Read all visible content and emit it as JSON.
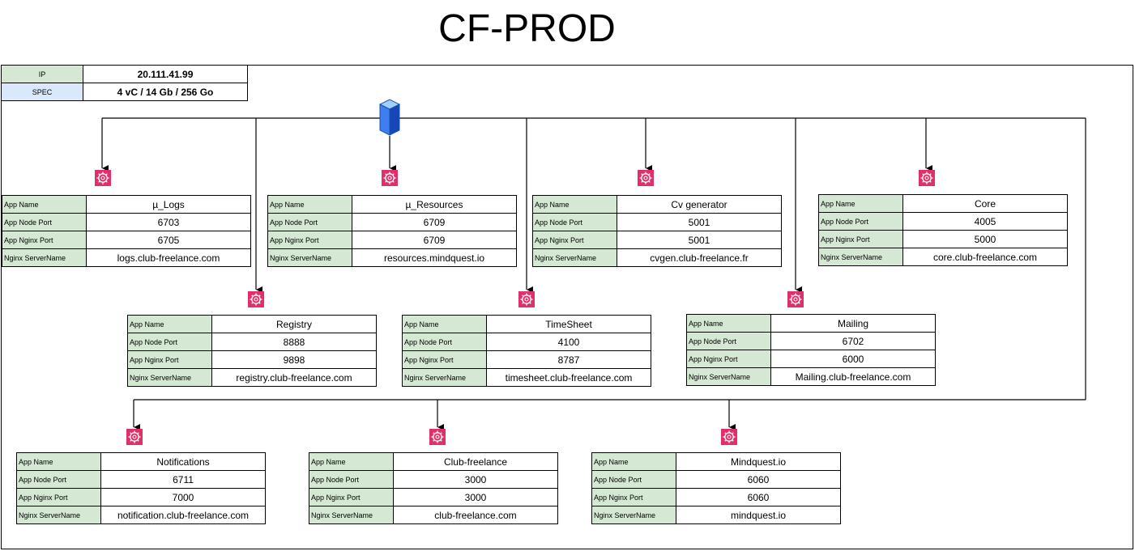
{
  "title": "CF-PROD",
  "colors": {
    "key_cell": "#d5e8d4",
    "spec_cell": "#dae8fc",
    "ip_cell": "#d5e8d4",
    "gear": "#e0306a",
    "server": "#1f5fd6"
  },
  "icons": {
    "server": "server-icon",
    "app": "gear-icon"
  },
  "server_info": {
    "ip_label": "IP",
    "ip_value": "20.111.41.99",
    "spec_label": "SPEC",
    "spec_value": "4 vC / 14 Gb /  256 Go"
  },
  "field_labels": {
    "app_name": "App Name",
    "node_port": "App Node Port",
    "nginx_port": "App Nginx Port",
    "server_name": "Nginx ServerName"
  },
  "apps": [
    {
      "name": "µ_Logs",
      "node_port": "6703",
      "nginx_port": "6705",
      "server_name": "logs.club-freelance.com"
    },
    {
      "name": "µ_Resources",
      "node_port": "6709",
      "nginx_port": "6709",
      "server_name": "resources.mindquest.io"
    },
    {
      "name": "Cv generator",
      "node_port": "5001",
      "nginx_port": "5001",
      "server_name": "cvgen.club-freelance.fr"
    },
    {
      "name": "Core",
      "node_port": "4005",
      "nginx_port": "5000",
      "server_name": "core.club-freelance.com"
    },
    {
      "name": "Registry",
      "node_port": "8888",
      "nginx_port": "9898",
      "server_name": "registry.club-freelance.com"
    },
    {
      "name": "TimeSheet",
      "node_port": "4100",
      "nginx_port": "8787",
      "server_name": "timesheet.club-freelance.com"
    },
    {
      "name": "Mailing",
      "node_port": "6702",
      "nginx_port": "6000",
      "server_name": "Mailing.club-freelance.com"
    },
    {
      "name": "Notifications",
      "node_port": "6711",
      "nginx_port": "7000",
      "server_name": "notification.club-freelance.com"
    },
    {
      "name": "Club-freelance",
      "node_port": "3000",
      "nginx_port": "3000",
      "server_name": "club-freelance.com"
    },
    {
      "name": "Mindquest.io",
      "node_port": "6060",
      "nginx_port": "6060",
      "server_name": "mindquest.io"
    }
  ]
}
